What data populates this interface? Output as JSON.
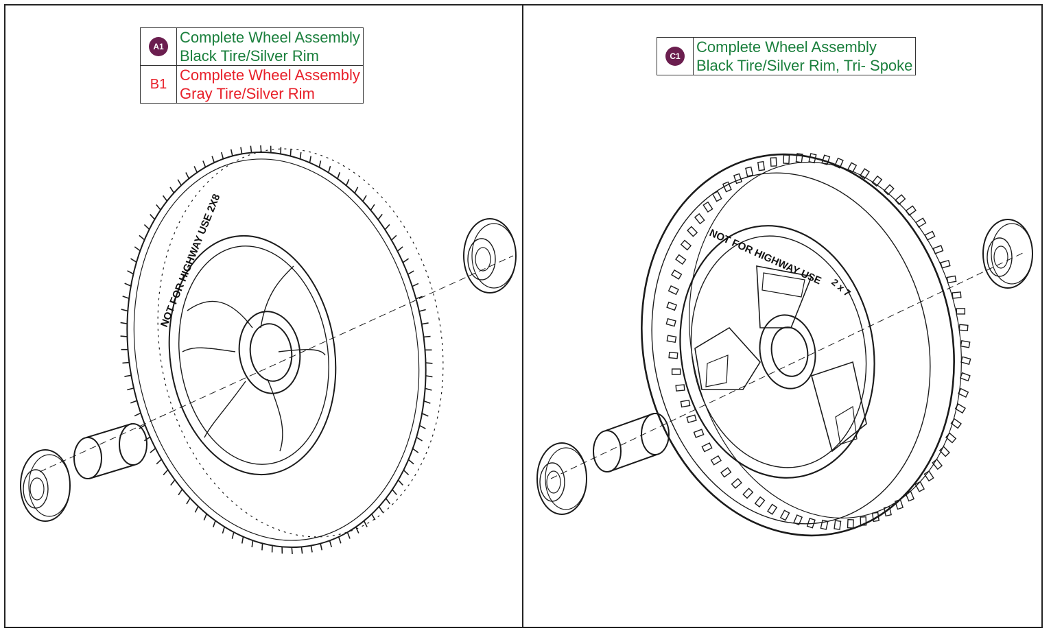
{
  "colors": {
    "green": "#1a7f3c",
    "red": "#e8202a",
    "badge": "#6b1e4f",
    "line": "#1b1b1b"
  },
  "left_panel": {
    "legend": [
      {
        "code": "A1",
        "code_style": "badge",
        "color": "green",
        "line1": "Complete Wheel Assembly",
        "line2": "Black Tire/Silver Rim"
      },
      {
        "code": "B1",
        "code_style": "plain",
        "color": "red",
        "line1": "Complete Wheel Assembly",
        "line2": "Gray Tire/Silver Rim"
      }
    ],
    "tire_text": "NOT FOR HIGHWAY USE 2X8"
  },
  "right_panel": {
    "legend": [
      {
        "code": "C1",
        "code_style": "badge",
        "color": "green",
        "line1": "Complete Wheel Assembly",
        "line2": "Black Tire/Silver Rim, Tri- Spoke"
      }
    ],
    "tire_text_a": "NOT FOR HIGHWAY USE",
    "tire_text_b": "2 x 7"
  }
}
